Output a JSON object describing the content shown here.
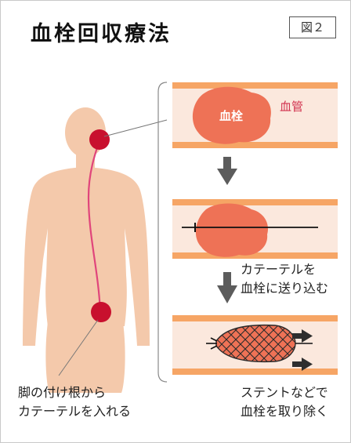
{
  "title": "血栓回収療法",
  "figure_label": "図２",
  "panel1": {
    "clot_label": "血栓",
    "vessel_label": "血管"
  },
  "step2_caption": [
    "カテーテルを",
    "血栓に送り込む"
  ],
  "body_caption": [
    "脚の付け根から",
    "カテーテルを入れる"
  ],
  "step3_caption": [
    "ステントなどで",
    "血栓を取り除く"
  ],
  "colors": {
    "skin": "#f4c9ab",
    "vessel_wall": "#f6a565",
    "vessel_inside": "#fbe8dd",
    "clot": "#ee7256",
    "marker": "#c8102e",
    "arrow": "#5c5c5c",
    "catheter_line": "#e0457b"
  }
}
